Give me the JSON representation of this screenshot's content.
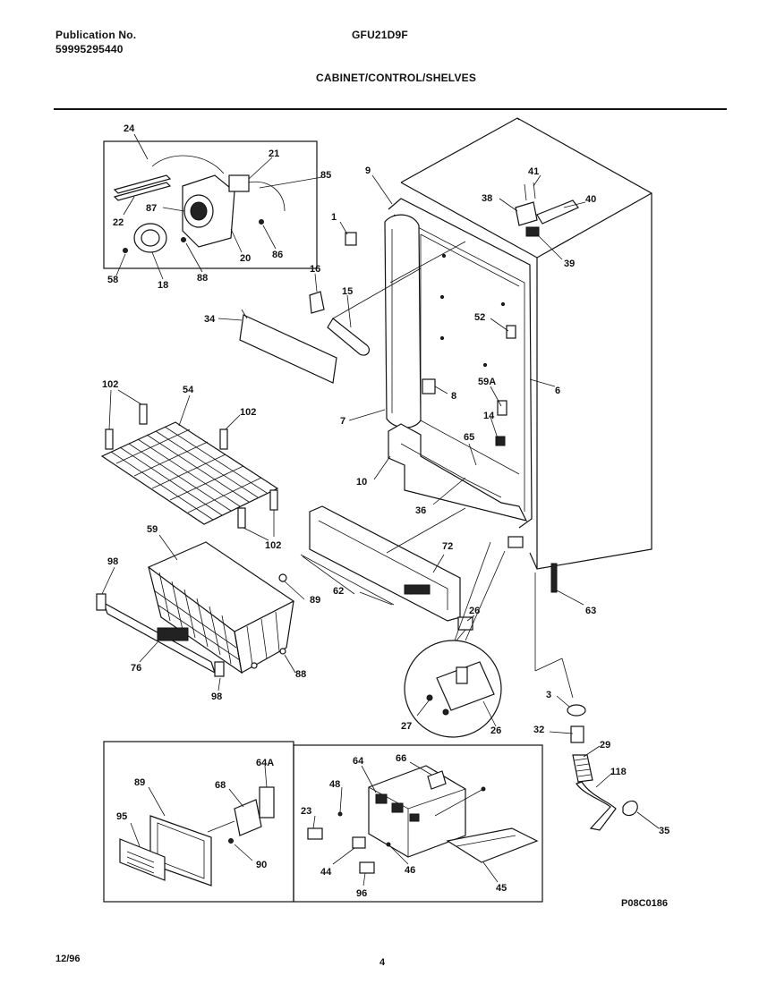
{
  "header": {
    "publication_label": "Publication No.",
    "publication_number": "59995295440",
    "model": "GFU21D9F",
    "section_title": "CABINET/CONTROL/SHELVES"
  },
  "footer": {
    "date": "12/96",
    "page": "4",
    "figure_code": "P08C0186"
  },
  "callouts": {
    "c24": "24",
    "c21": "21",
    "c85": "85",
    "c22": "22",
    "c87": "87",
    "c20": "20",
    "c86a": "86",
    "c58": "58",
    "c18": "18",
    "c88": "88",
    "c9": "9",
    "c41": "41",
    "c38": "38",
    "c40": "40",
    "c39": "39",
    "c1": "1",
    "c16": "16",
    "c15": "15",
    "c34": "34",
    "c52": "52",
    "c59A": "59A",
    "c8": "8",
    "c6": "6",
    "c7": "7",
    "c14": "14",
    "c65": "65",
    "c10": "10",
    "c36": "36",
    "c102a": "102",
    "c54": "54",
    "c102b": "102",
    "c102c": "102",
    "c59": "59",
    "c98a": "98",
    "c89a": "89",
    "c76": "76",
    "c88b": "88",
    "c98b": "98",
    "c72": "72",
    "c62": "62",
    "c63": "63",
    "c26a": "26",
    "c27": "27",
    "c26b": "26",
    "c3": "3",
    "c32": "32",
    "c29": "29",
    "c118": "118",
    "c35": "35",
    "c64A": "64A",
    "c89": "89",
    "c68": "68",
    "c95": "95",
    "c90": "90",
    "c64": "64",
    "c66": "66",
    "c48": "48",
    "c23": "23",
    "c44": "44",
    "c46": "46",
    "c96": "96",
    "c45": "45"
  }
}
